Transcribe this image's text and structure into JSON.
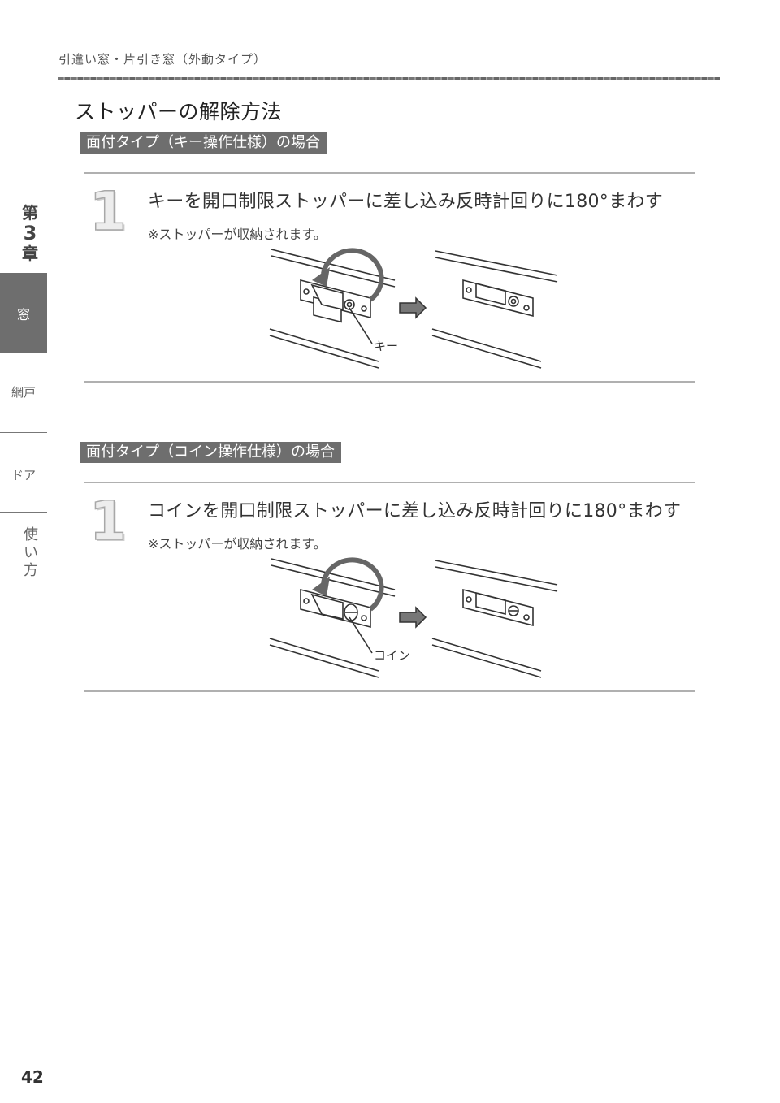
{
  "header": {
    "title": "引違い窓・片引き窓（外動タイプ）"
  },
  "sidebar": {
    "chapter": {
      "prefix": "第",
      "number": "3",
      "suffix": "章"
    },
    "tabs": [
      {
        "label": "窓"
      },
      {
        "label": "網戸"
      },
      {
        "label": "ドア"
      },
      {
        "label": "使い方",
        "lines": [
          "使",
          "い",
          "方"
        ]
      }
    ]
  },
  "page": {
    "title": "ストッパーの解除方法",
    "number": "42"
  },
  "sections": [
    {
      "heading": "面付タイプ（キー操作仕様）の場合",
      "step": {
        "number": "1",
        "text": "キーを開口制限ストッパーに差し込み反時計回りに180°まわす",
        "note": "※ストッパーが収納されます。",
        "callout": "キー"
      }
    },
    {
      "heading": "面付タイプ（コイン操作仕様）の場合",
      "step": {
        "number": "1",
        "text": "コインを開口制限ストッパーに差し込み反時計回りに180°まわす",
        "note": "※ストッパーが収納されます。",
        "callout": "コイン"
      }
    }
  ]
}
